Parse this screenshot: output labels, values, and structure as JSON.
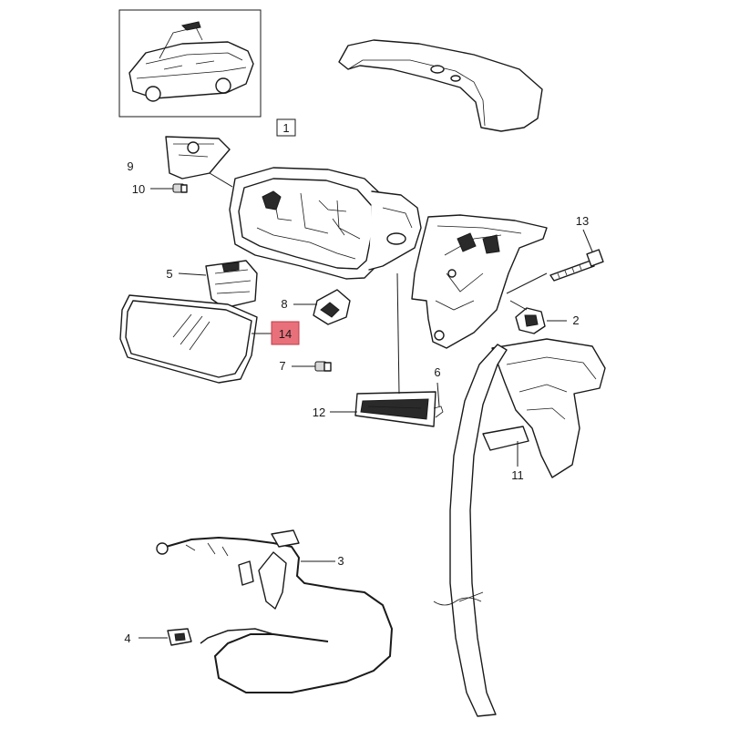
{
  "diagram": {
    "group_box_label": "1",
    "callouts": {
      "c2": "2",
      "c3": "3",
      "c4": "4",
      "c5": "5",
      "c6": "6",
      "c7": "7",
      "c8": "8",
      "c9": "9",
      "c10": "10",
      "c11": "11",
      "c12": "12",
      "c13": "13",
      "c14": "14"
    },
    "highlight_color": "#e8707a"
  }
}
